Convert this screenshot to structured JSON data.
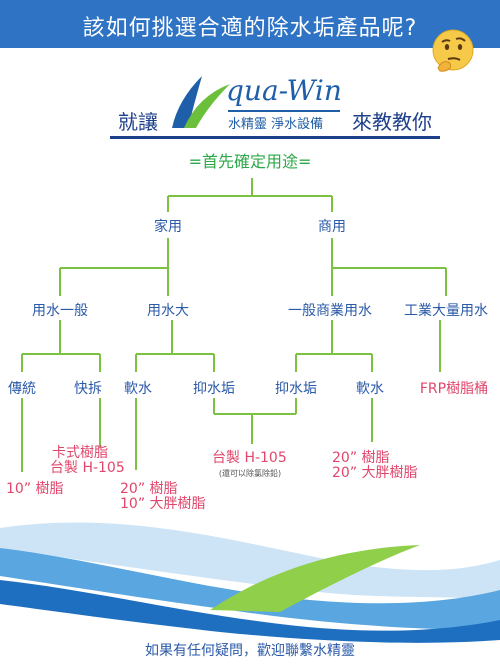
{
  "header": {
    "title": "該如何挑選合適的除水垢產品呢?"
  },
  "emoji": {
    "name": "thinking-face-icon"
  },
  "brand": {
    "left_text": "就讓",
    "right_text": "來教教你",
    "logo_wordmark": "Aqua-Win",
    "logo_tagline": "水精靈 淨水設備"
  },
  "subtitle": "=首先確定用途=",
  "tree": {
    "household": "家用",
    "commercial": "商用",
    "household_general": "用水一般",
    "household_heavy": "用水大",
    "commercial_general": "一般商業用水",
    "commercial_industrial": "工業大量用水",
    "traditional": "傳統",
    "quick_disconnect": "快拆",
    "softener_household": "軟水",
    "scale_inhibitor_household": "抑水垢",
    "scale_inhibitor_commercial": "抑水垢",
    "softener_commercial": "軟水",
    "frp_tank": "FRP樹脂桶"
  },
  "products": {
    "traditional_resin": "10” 樹脂",
    "cartridge_resin": "卡式樹脂",
    "cartridge_h105": "台製 H-105",
    "household_soft_1": "20” 樹脂",
    "household_soft_2": "10” 大胖樹脂",
    "h105": "台製 H-105",
    "h105_note": "(還可以除氯除鉛)",
    "commercial_soft_1": "20” 樹脂",
    "commercial_soft_2": "20” 大胖樹脂"
  },
  "footer": "如果有任何疑問，歡迎聯繫水精靈",
  "colors": {
    "header_bg": "#2f73c4",
    "connector": "#7cc242",
    "node_text": "#2b5aa8",
    "product_text": "#e0466b",
    "subtitle_text": "#2fa84a",
    "brand_text": "#1e3f8a"
  }
}
